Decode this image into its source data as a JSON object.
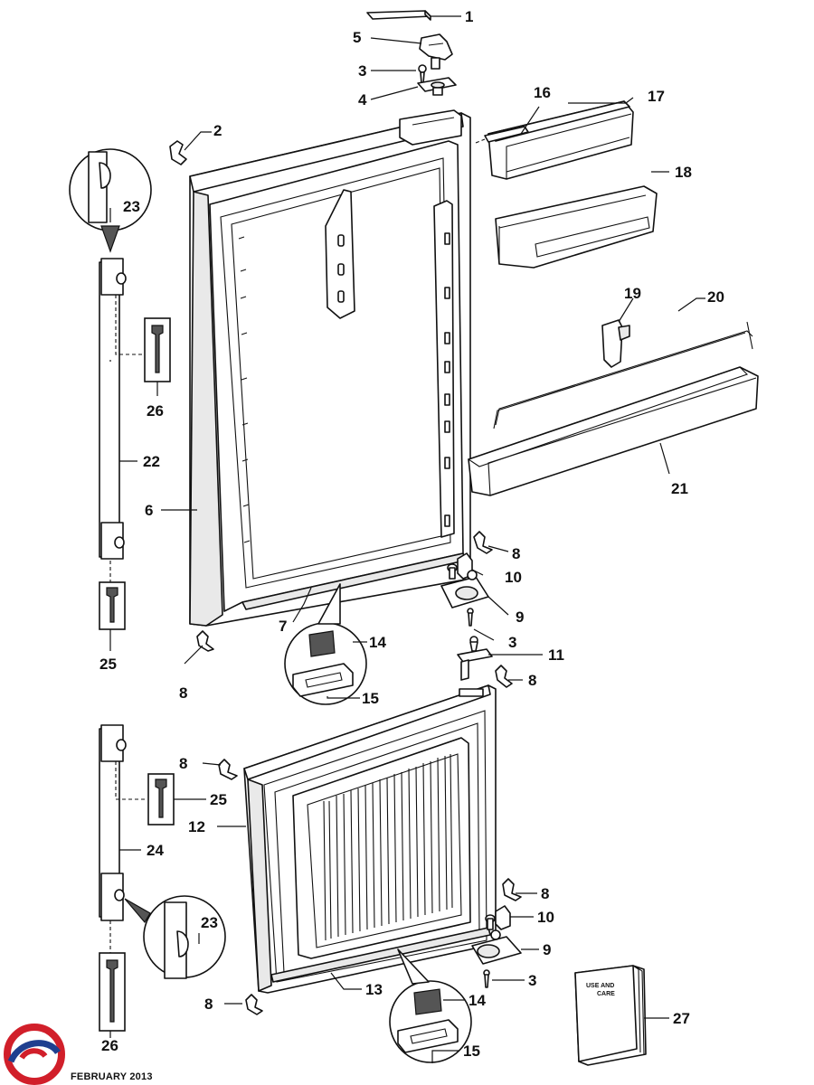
{
  "labels": {
    "p1": "1",
    "p2": "2",
    "p3a": "3",
    "p3b": "3",
    "p3c": "3",
    "p4": "4",
    "p5": "5",
    "p6": "6",
    "p7": "7",
    "p8a": "8",
    "p8b": "8",
    "p8c": "8",
    "p8d": "8",
    "p8e": "8",
    "p8f": "8",
    "p9a": "9",
    "p9b": "9",
    "p10a": "10",
    "p10b": "10",
    "p11": "11",
    "p12": "12",
    "p13": "13",
    "p14a": "14",
    "p14b": "14",
    "p15a": "15",
    "p15b": "15",
    "p16": "16",
    "p17": "17",
    "p18": "18",
    "p19": "19",
    "p20": "20",
    "p21": "21",
    "p22": "22",
    "p23a": "23",
    "p23b": "23",
    "p24": "24",
    "p25a": "25",
    "p25b": "25",
    "p26a": "26",
    "p26b": "26",
    "p27": "27"
  },
  "manual": {
    "line1": "USE AND",
    "line2": "CARE"
  },
  "footer": {
    "date": "FEBRUARY 2013"
  },
  "colors": {
    "logo_red": "#d11f2a",
    "logo_blue": "#1f3f8f",
    "line": "#111111"
  },
  "icons": {
    "logo": "brand-logo-icon"
  }
}
